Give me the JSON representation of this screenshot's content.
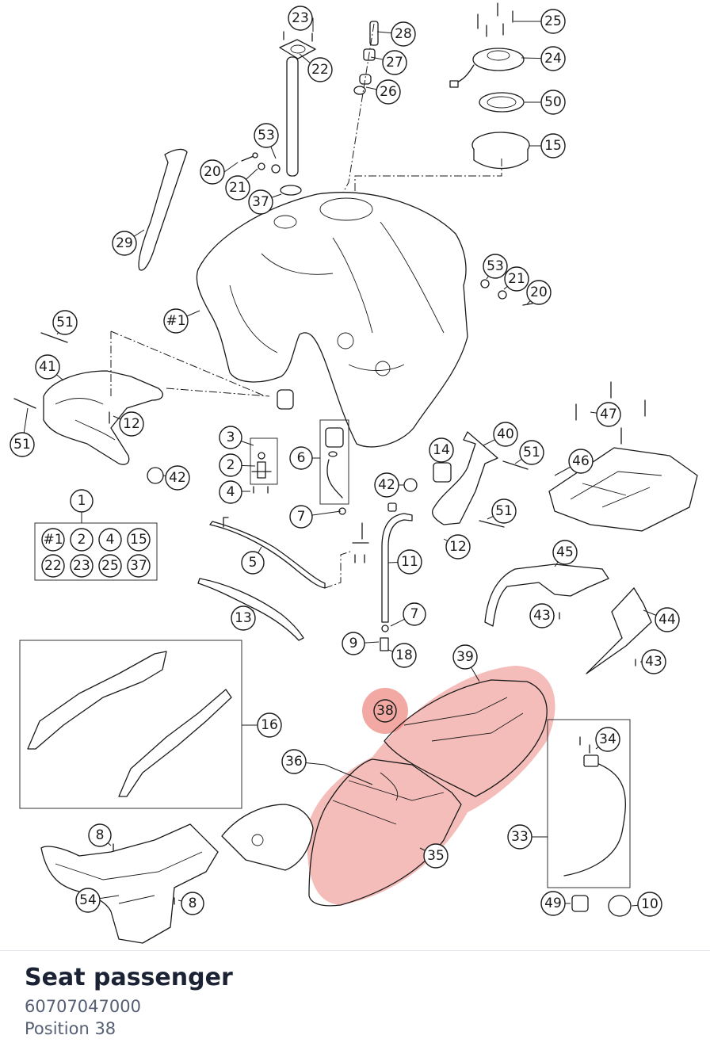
{
  "part": {
    "name": "Seat passenger",
    "number": "60707047000",
    "position": "Position 38"
  },
  "highlight": {
    "color": "#e86258",
    "label": "38"
  },
  "callouts": [
    {
      "id": "c-23",
      "label": "23"
    },
    {
      "id": "c-22",
      "label": "22"
    },
    {
      "id": "c-28",
      "label": "28"
    },
    {
      "id": "c-27",
      "label": "27"
    },
    {
      "id": "c-26",
      "label": "26"
    },
    {
      "id": "c-25",
      "label": "25"
    },
    {
      "id": "c-24",
      "label": "24"
    },
    {
      "id": "c-50",
      "label": "50"
    },
    {
      "id": "c-15",
      "label": "15"
    },
    {
      "id": "c-53a",
      "label": "53"
    },
    {
      "id": "c-20a",
      "label": "20"
    },
    {
      "id": "c-21a",
      "label": "21"
    },
    {
      "id": "c-37",
      "label": "37"
    },
    {
      "id": "c-29",
      "label": "29"
    },
    {
      "id": "c-53b",
      "label": "53"
    },
    {
      "id": "c-21b",
      "label": "21"
    },
    {
      "id": "c-20b",
      "label": "20"
    },
    {
      "id": "c-h1",
      "label": "#1"
    },
    {
      "id": "c-51a",
      "label": "51"
    },
    {
      "id": "c-41",
      "label": "41"
    },
    {
      "id": "c-12a",
      "label": "12"
    },
    {
      "id": "c-51b",
      "label": "51"
    },
    {
      "id": "c-42a",
      "label": "42"
    },
    {
      "id": "c-3",
      "label": "3"
    },
    {
      "id": "c-2",
      "label": "2"
    },
    {
      "id": "c-4",
      "label": "4"
    },
    {
      "id": "c-6",
      "label": "6"
    },
    {
      "id": "c-47",
      "label": "47"
    },
    {
      "id": "c-40",
      "label": "40"
    },
    {
      "id": "c-14",
      "label": "14"
    },
    {
      "id": "c-51c",
      "label": "51"
    },
    {
      "id": "c-46",
      "label": "46"
    },
    {
      "id": "c-42b",
      "label": "42"
    },
    {
      "id": "c-51d",
      "label": "51"
    },
    {
      "id": "c-1",
      "label": "1"
    },
    {
      "id": "c-7a",
      "label": "7"
    },
    {
      "id": "c-12b",
      "label": "12"
    },
    {
      "id": "c-5",
      "label": "5"
    },
    {
      "id": "c-11",
      "label": "11"
    },
    {
      "id": "c-45",
      "label": "45"
    },
    {
      "id": "c-13",
      "label": "13"
    },
    {
      "id": "c-7b",
      "label": "7"
    },
    {
      "id": "c-43a",
      "label": "43"
    },
    {
      "id": "c-44",
      "label": "44"
    },
    {
      "id": "c-9",
      "label": "9"
    },
    {
      "id": "c-18",
      "label": "18"
    },
    {
      "id": "c-43b",
      "label": "43"
    },
    {
      "id": "c-39",
      "label": "39"
    },
    {
      "id": "c-16",
      "label": "16"
    },
    {
      "id": "c-34",
      "label": "34"
    },
    {
      "id": "c-36",
      "label": "36"
    },
    {
      "id": "c-8a",
      "label": "8"
    },
    {
      "id": "c-33",
      "label": "33"
    },
    {
      "id": "c-35",
      "label": "35"
    },
    {
      "id": "c-54",
      "label": "54"
    },
    {
      "id": "c-8b",
      "label": "8"
    },
    {
      "id": "c-49",
      "label": "49"
    },
    {
      "id": "c-10",
      "label": "10"
    }
  ],
  "kit_contents": [
    "#1",
    "2",
    "4",
    "15",
    "22",
    "23",
    "25",
    "37"
  ]
}
